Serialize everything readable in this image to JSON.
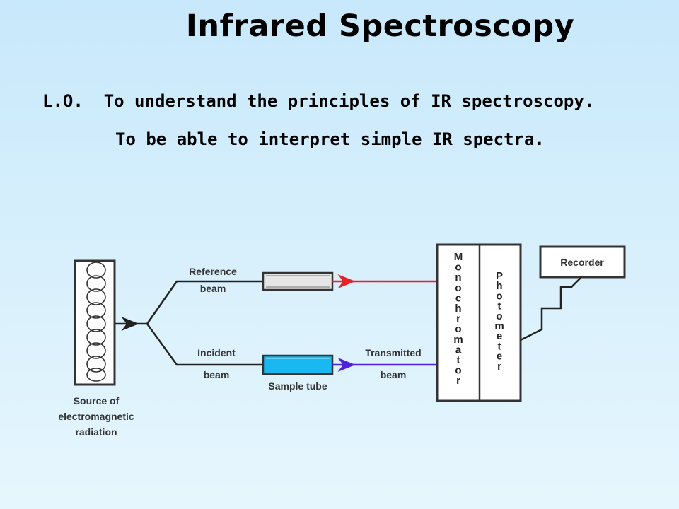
{
  "title": "Infrared Spectroscopy",
  "objectives": {
    "line1": "L.O.  To understand the principles of IR spectroscopy.",
    "line2": "To be able to interpret simple IR spectra."
  },
  "diagram": {
    "source_label": [
      "Source of",
      "electromagnetic",
      "radiation"
    ],
    "reference_label": [
      "Reference",
      "beam"
    ],
    "incident_label": [
      "Incident",
      "beam"
    ],
    "sample_label": "Sample  tube",
    "transmitted_label": [
      "Transmitted",
      "beam"
    ],
    "monochromator_label": "Monochromator",
    "photometer_label": "Photometer",
    "recorder_label": "Recorder",
    "colors": {
      "reference_beam": "#e8202a",
      "transmitted_beam": "#5020e0",
      "sample_tube": "#1ab8f0",
      "reference_tube": "#e6e6e6"
    }
  }
}
